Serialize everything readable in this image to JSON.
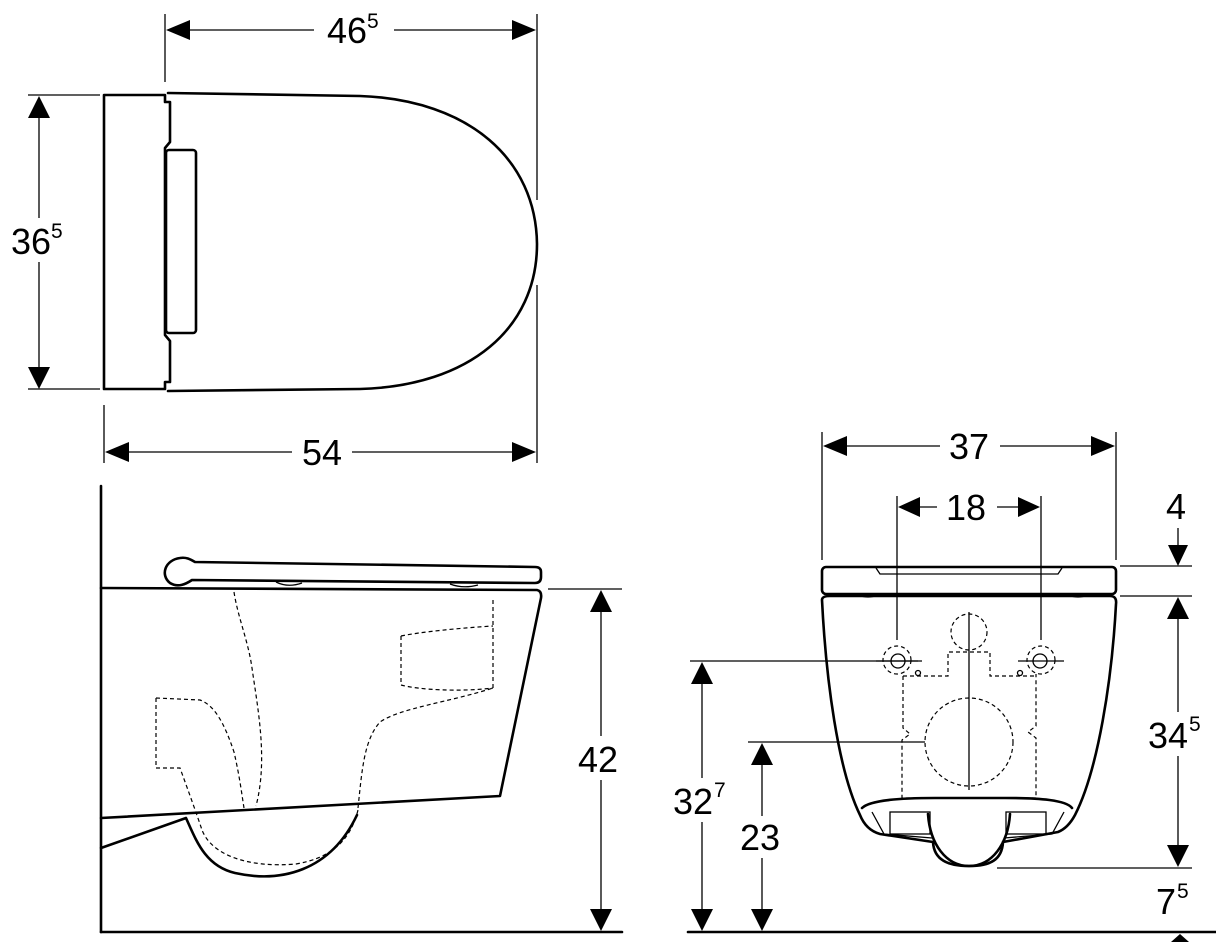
{
  "dimensions": {
    "top_depth": {
      "main": "46",
      "sup": "5"
    },
    "top_width": {
      "main": "36",
      "sup": "5"
    },
    "overall_depth": {
      "main": "54"
    },
    "side_height": {
      "main": "42"
    },
    "front_width": {
      "main": "37"
    },
    "fixing_spacing": {
      "main": "18"
    },
    "seat_thickness": {
      "main": "4"
    },
    "bowl_height": {
      "main": "34",
      "sup": "5"
    },
    "fixing_height": {
      "main": "32",
      "sup": "7"
    },
    "outlet_height": {
      "main": "23"
    },
    "bottom_offset": {
      "main": "7",
      "sup": "5"
    }
  }
}
